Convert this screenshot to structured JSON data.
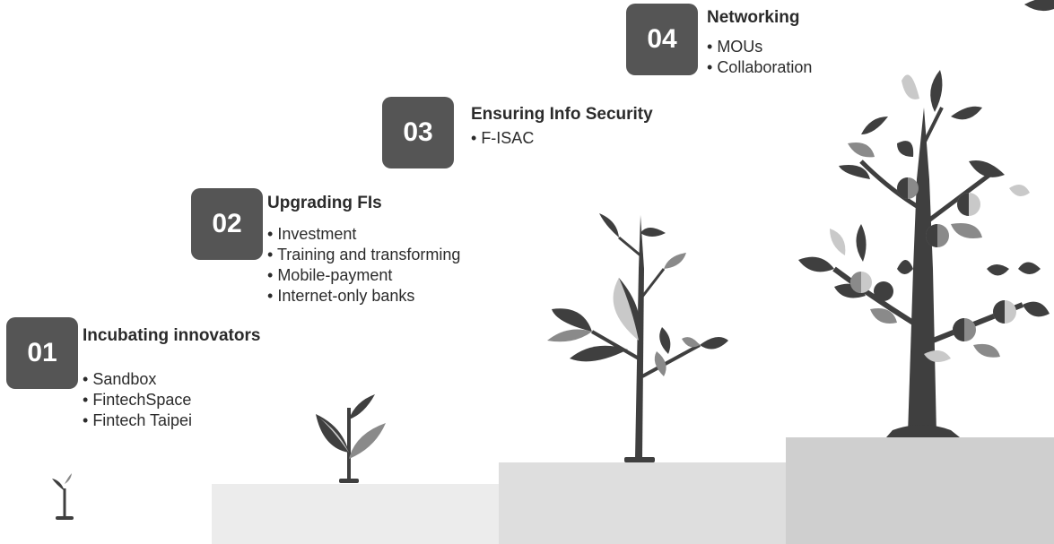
{
  "steps": [
    {
      "number": "01",
      "title": "Incubating innovators",
      "bullets": [
        "Sandbox",
        "FintechSpace",
        "Fintech Taipei"
      ]
    },
    {
      "number": "02",
      "title": "Upgrading FIs",
      "bullets": [
        "Investment",
        "Training and transforming",
        "Mobile-payment",
        "Internet-only banks"
      ]
    },
    {
      "number": "03",
      "title": "Ensuring Info Security",
      "bullets": [
        "F-ISAC"
      ]
    },
    {
      "number": "04",
      "title": "Networking",
      "bullets": [
        "MOUs",
        "Collaboration"
      ]
    }
  ],
  "colors": {
    "number_box": "#555555",
    "leaf_dark": "#3f3f3f",
    "leaf_mid": "#8a8a8a",
    "leaf_light": "#c9c9c9",
    "stair_1": "#ececec",
    "stair_2": "#dedede",
    "stair_3": "#cfcfcf"
  },
  "icons": [
    "seedling-icon",
    "sprout-icon",
    "young-tree-icon",
    "mature-tree-icon"
  ]
}
